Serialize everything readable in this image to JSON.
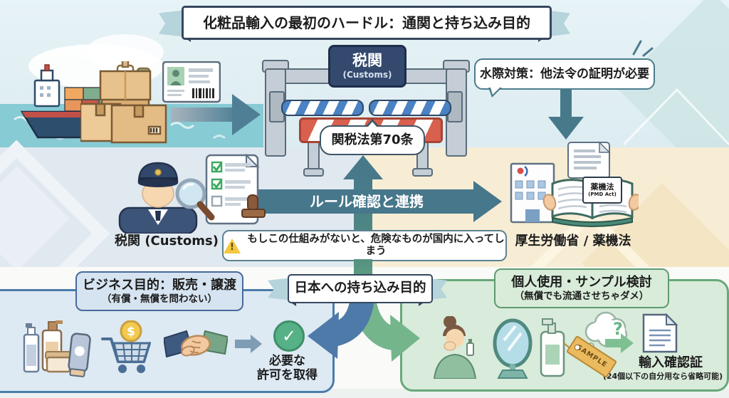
{
  "title_banner": {
    "text": "化粧品輸入の最初のハードル：通関と持ち込み目的"
  },
  "customs_gate": {
    "sign_title": "税関",
    "sign_subtitle": "(Customs)",
    "barrier_bubble": "関税法第70条"
  },
  "border_control": {
    "bubble_text": "水際対策：他法令の証明が必要"
  },
  "cooperation": {
    "arrow_label": "ルール確認と連携",
    "customs_label": "税関 (Customs)",
    "warning_mark": "!",
    "warning_text": "もしこの仕組みがないと、危険なものが国内に入ってしまう",
    "mhlw_label": "厚生労働省 / 薬機法",
    "book_title": "薬機法",
    "book_subtitle": "(PMD Act)"
  },
  "purpose_banner": {
    "text": "日本への持ち込み目的"
  },
  "business_purpose": {
    "header": "ビジネス目的：販売・譲渡",
    "subheader": "（有償・無償を問わない）",
    "coin_symbol": "$",
    "check_mark": "✓",
    "result_line1": "必要な",
    "result_line2": "許可を取得"
  },
  "personal_purpose": {
    "header": "個人使用・サンプル検討",
    "subheader": "（無償でも流通させちゃダメ）",
    "sample_tag": "SAMPLE",
    "question_mark": "?",
    "result_title": "輸入確認証",
    "result_note": "(24個以下の自分用なら省略可能)"
  },
  "colors": {
    "teal_arrow": "#46778b",
    "blue_arrow": "#4d7aa8",
    "green_arrow": "#74b58c",
    "navy_sign": "#33496e",
    "band_blue": "#e1e9f0",
    "band_cream": "#f7edd4",
    "panel_blue": "#dde9f3",
    "panel_green": "#d9ebda",
    "warning_yellow": "#f3c73e"
  }
}
